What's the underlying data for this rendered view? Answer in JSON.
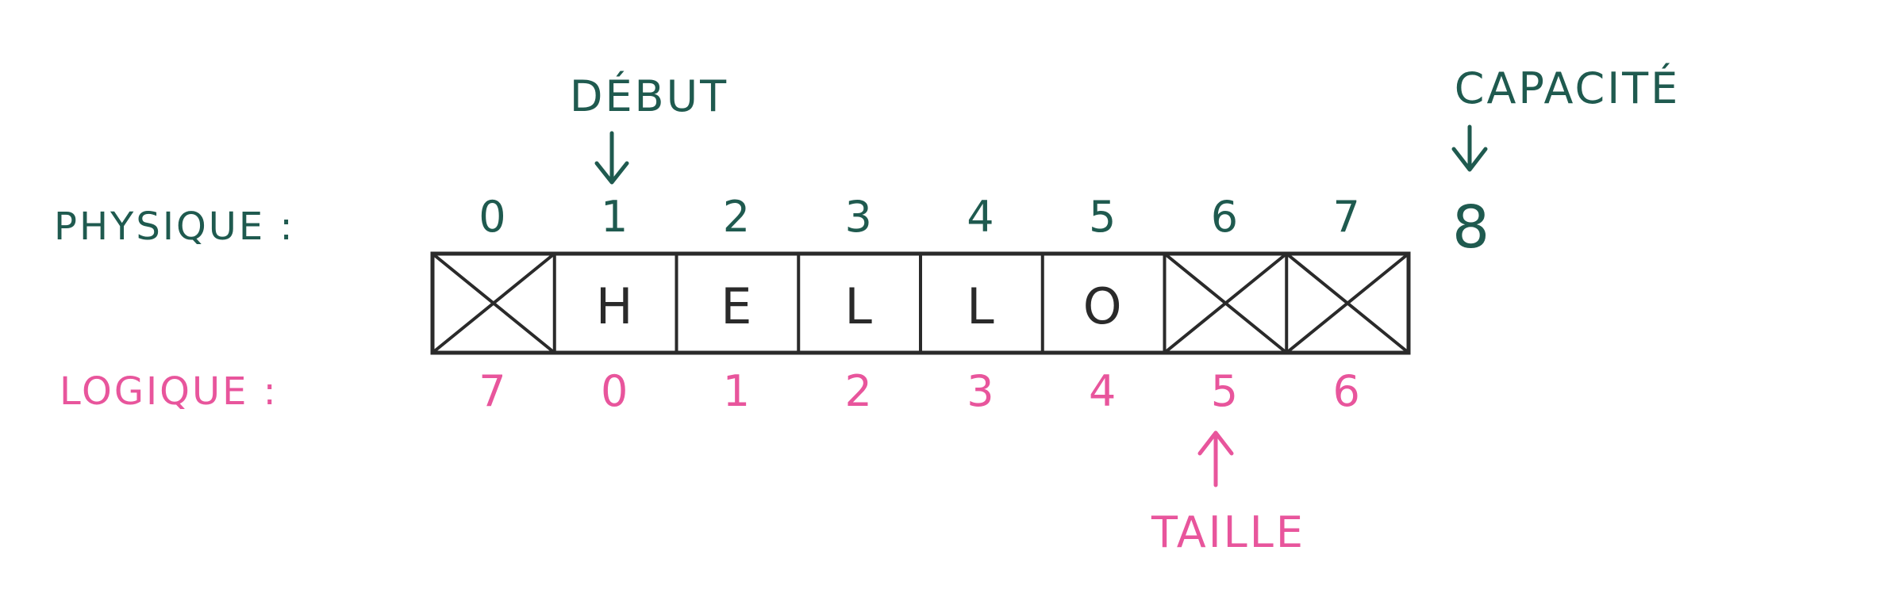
{
  "labels": {
    "physical_row": "PHYSIQUE :",
    "logical_row": "LOGIQUE :",
    "start": "DÉBUT",
    "capacity": "CAPACITÉ",
    "size": "TAILLE"
  },
  "physical_indices": [
    "0",
    "1",
    "2",
    "3",
    "4",
    "5",
    "6",
    "7"
  ],
  "capacity_index": "8",
  "logical_indices": [
    "7",
    "0",
    "1",
    "2",
    "3",
    "4",
    "5",
    "6"
  ],
  "cells": [
    {
      "value": "",
      "empty": true
    },
    {
      "value": "H",
      "empty": false
    },
    {
      "value": "E",
      "empty": false
    },
    {
      "value": "L",
      "empty": false
    },
    {
      "value": "L",
      "empty": false
    },
    {
      "value": "O",
      "empty": false
    },
    {
      "value": "",
      "empty": true
    },
    {
      "value": "",
      "empty": true
    }
  ],
  "colors": {
    "physical": "#1f5a4f",
    "logical": "#e8559c",
    "ink": "#2a2a2a"
  }
}
